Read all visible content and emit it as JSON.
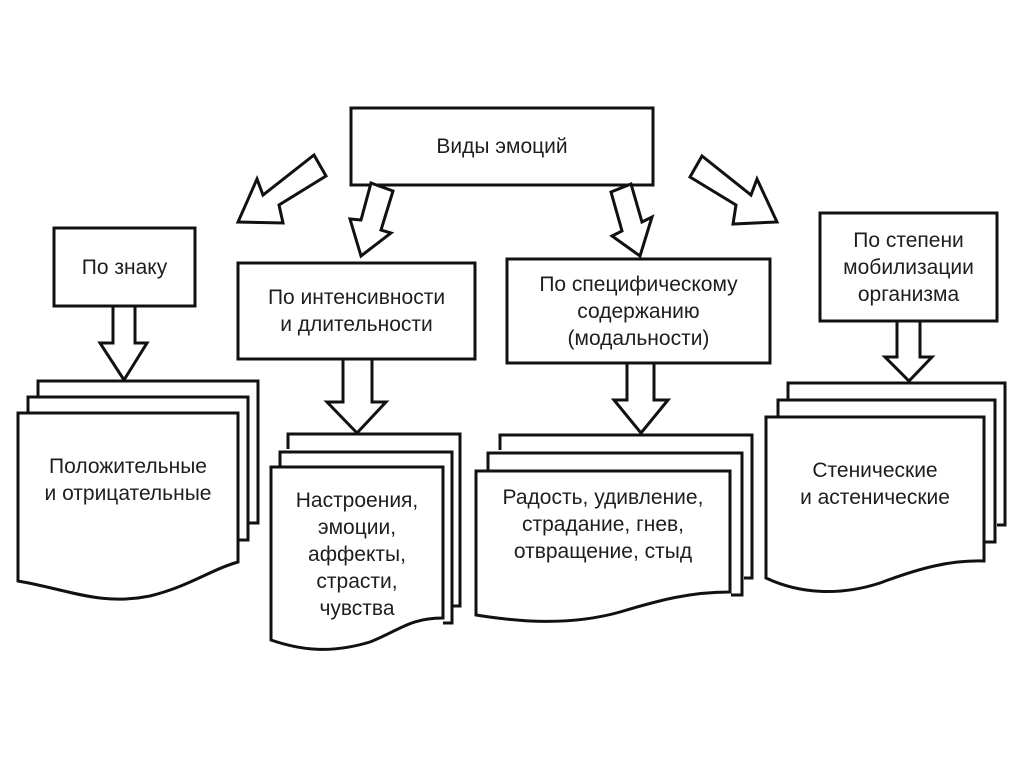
{
  "diagram": {
    "root": {
      "label": "Виды эмоций"
    },
    "categories": [
      {
        "id": "sign",
        "label": "По знаку",
        "types": "Положительные\nи отрицательные"
      },
      {
        "id": "intensity",
        "label": "По интенсивности\nи длительности",
        "types": "Настроения,\nэмоции,\nаффекты,\nстрасти,\nчувства"
      },
      {
        "id": "modality",
        "label": "По специфическому\nсодержанию\n(модальности)",
        "types": "Радость, удивление,\nстрадание, гнев,\nотвращение, стыд"
      },
      {
        "id": "mobilization",
        "label": "По степени\nмобилизации\nорганизма",
        "types": "Стенические\nи астенические"
      }
    ],
    "edges": [
      {
        "from": "root",
        "to": "sign",
        "icon": "arrow-down-left-icon"
      },
      {
        "from": "root",
        "to": "intensity",
        "icon": "arrow-down-icon"
      },
      {
        "from": "root",
        "to": "modality",
        "icon": "arrow-down-icon"
      },
      {
        "from": "root",
        "to": "mobilization",
        "icon": "arrow-down-right-icon"
      },
      {
        "from": "sign",
        "to": "sign-types",
        "icon": "arrow-down-icon"
      },
      {
        "from": "intensity",
        "to": "intensity-types",
        "icon": "arrow-down-icon"
      },
      {
        "from": "modality",
        "to": "modality-types",
        "icon": "arrow-down-icon"
      },
      {
        "from": "mobilization",
        "to": "mobilization-types",
        "icon": "arrow-down-icon"
      }
    ],
    "colors": {
      "line": "#111111",
      "text": "#1e1e1e",
      "background": "#ffffff"
    }
  }
}
